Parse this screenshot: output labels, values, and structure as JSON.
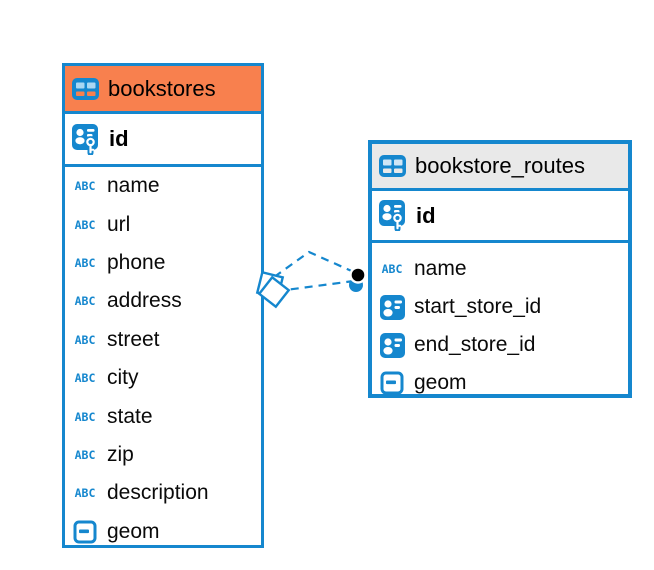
{
  "diagram": {
    "tool": "database-er-diagram",
    "tables": [
      {
        "name": "bookstores",
        "header_color": "#F8804E",
        "primary_key": {
          "name": "id",
          "type": "primary-key"
        },
        "columns": [
          {
            "name": "name",
            "type": "text"
          },
          {
            "name": "url",
            "type": "text"
          },
          {
            "name": "phone",
            "type": "text"
          },
          {
            "name": "address",
            "type": "text"
          },
          {
            "name": "street",
            "type": "text"
          },
          {
            "name": "city",
            "type": "text"
          },
          {
            "name": "state",
            "type": "text"
          },
          {
            "name": "zip",
            "type": "text"
          },
          {
            "name": "description",
            "type": "text"
          },
          {
            "name": "geom",
            "type": "geometry"
          }
        ]
      },
      {
        "name": "bookstore_routes",
        "header_color": "#E9E9E9",
        "primary_key": {
          "name": "id",
          "type": "primary-key"
        },
        "columns": [
          {
            "name": "name",
            "type": "text"
          },
          {
            "name": "start_store_id",
            "type": "reference"
          },
          {
            "name": "end_store_id",
            "type": "reference"
          },
          {
            "name": "geom",
            "type": "geometry"
          }
        ]
      }
    ],
    "relationships": [
      {
        "from": "bookstores",
        "to": "bookstore_routes",
        "style": "dashed",
        "shape": "arc-over-peak"
      },
      {
        "from": "bookstores",
        "to": "bookstore_routes",
        "style": "dashed",
        "shape": "straight"
      }
    ]
  },
  "icons": {
    "text_type_label": "ABC"
  },
  "colors": {
    "accent_blue": "#1587CE",
    "icon_cell_light_blue": "#A9D7F2",
    "header_orange": "#F8804E",
    "header_gray": "#E9E9E9",
    "relation_dot_black": "#000000",
    "text_black": "#0a0a0a",
    "background": "#ffffff"
  }
}
